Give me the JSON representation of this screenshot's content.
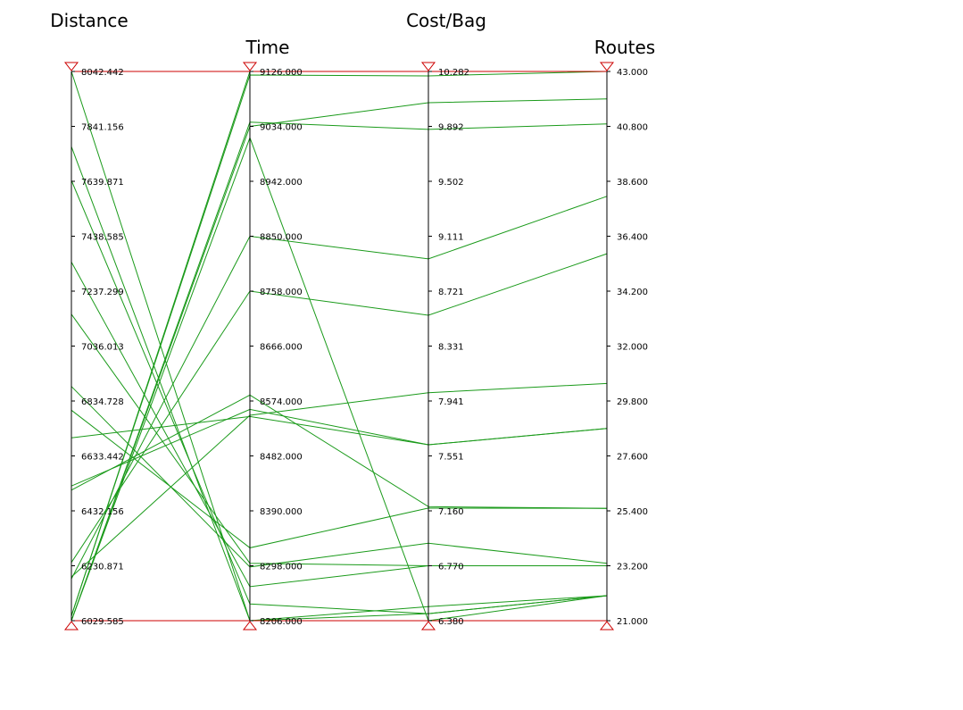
{
  "chart_data": {
    "type": "parallel-coordinates",
    "axes": [
      {
        "name": "Distance",
        "min": 6029.585,
        "max": 8042.442,
        "ticks": [
          "8042.442",
          "7841.156",
          "7639.871",
          "7438.585",
          "7237.299",
          "7036.013",
          "6834.728",
          "6633.442",
          "6432.156",
          "6230.871",
          "6029.585"
        ]
      },
      {
        "name": "Time",
        "min": 8206.0,
        "max": 9126.0,
        "ticks": [
          "9126.000",
          "9034.000",
          "8942.000",
          "8850.000",
          "8758.000",
          "8666.000",
          "8574.000",
          "8482.000",
          "8390.000",
          "8298.000",
          "8206.000"
        ]
      },
      {
        "name": "Cost/Bag",
        "min": 6.38,
        "max": 10.282,
        "ticks": [
          "10.282",
          "9.892",
          "9.502",
          "9.111",
          "8.721",
          "8.331",
          "7.941",
          "7.551",
          "7.160",
          "6.770",
          "6.380"
        ]
      },
      {
        "name": "Routes",
        "min": 21.0,
        "max": 43.0,
        "ticks": [
          "43.000",
          "40.800",
          "38.600",
          "36.400",
          "34.200",
          "32.000",
          "29.800",
          "27.600",
          "25.400",
          "23.200",
          "21.000"
        ]
      }
    ],
    "records": [
      [
        8042.442,
        8206.0,
        6.48,
        22.0
      ],
      [
        7767.0,
        8206.0,
        6.43,
        22.0
      ],
      [
        7643.0,
        8234.0,
        6.43,
        22.0
      ],
      [
        7344.0,
        8263.0,
        6.77,
        23.2
      ],
      [
        7153.0,
        8302.0,
        6.77,
        23.2
      ],
      [
        6888.0,
        8296.0,
        6.93,
        23.3
      ],
      [
        6801.0,
        8328.0,
        7.18,
        25.5
      ],
      [
        6700.0,
        8548.0,
        7.63,
        28.7
      ],
      [
        6523.0,
        8560.0,
        7.63,
        28.7
      ],
      [
        6508.0,
        8584.0,
        7.19,
        25.5
      ],
      [
        6243.0,
        8758.0,
        8.55,
        35.7
      ],
      [
        6183.0,
        8850.0,
        8.95,
        38.0
      ],
      [
        6029.585,
        9041.0,
        9.87,
        40.9
      ],
      [
        6029.585,
        9034.0,
        10.06,
        41.9
      ],
      [
        6047.0,
        9126.0,
        10.282,
        43.0
      ],
      [
        6047.0,
        9120.0,
        10.25,
        43.0
      ],
      [
        6190.0,
        8550.0,
        8.0,
        30.5
      ],
      [
        6029.585,
        9015.0,
        6.38,
        22.0
      ]
    ],
    "colors": {
      "line": "#1a9a1a",
      "axis": "#000000",
      "bound": "#cc0000"
    }
  }
}
